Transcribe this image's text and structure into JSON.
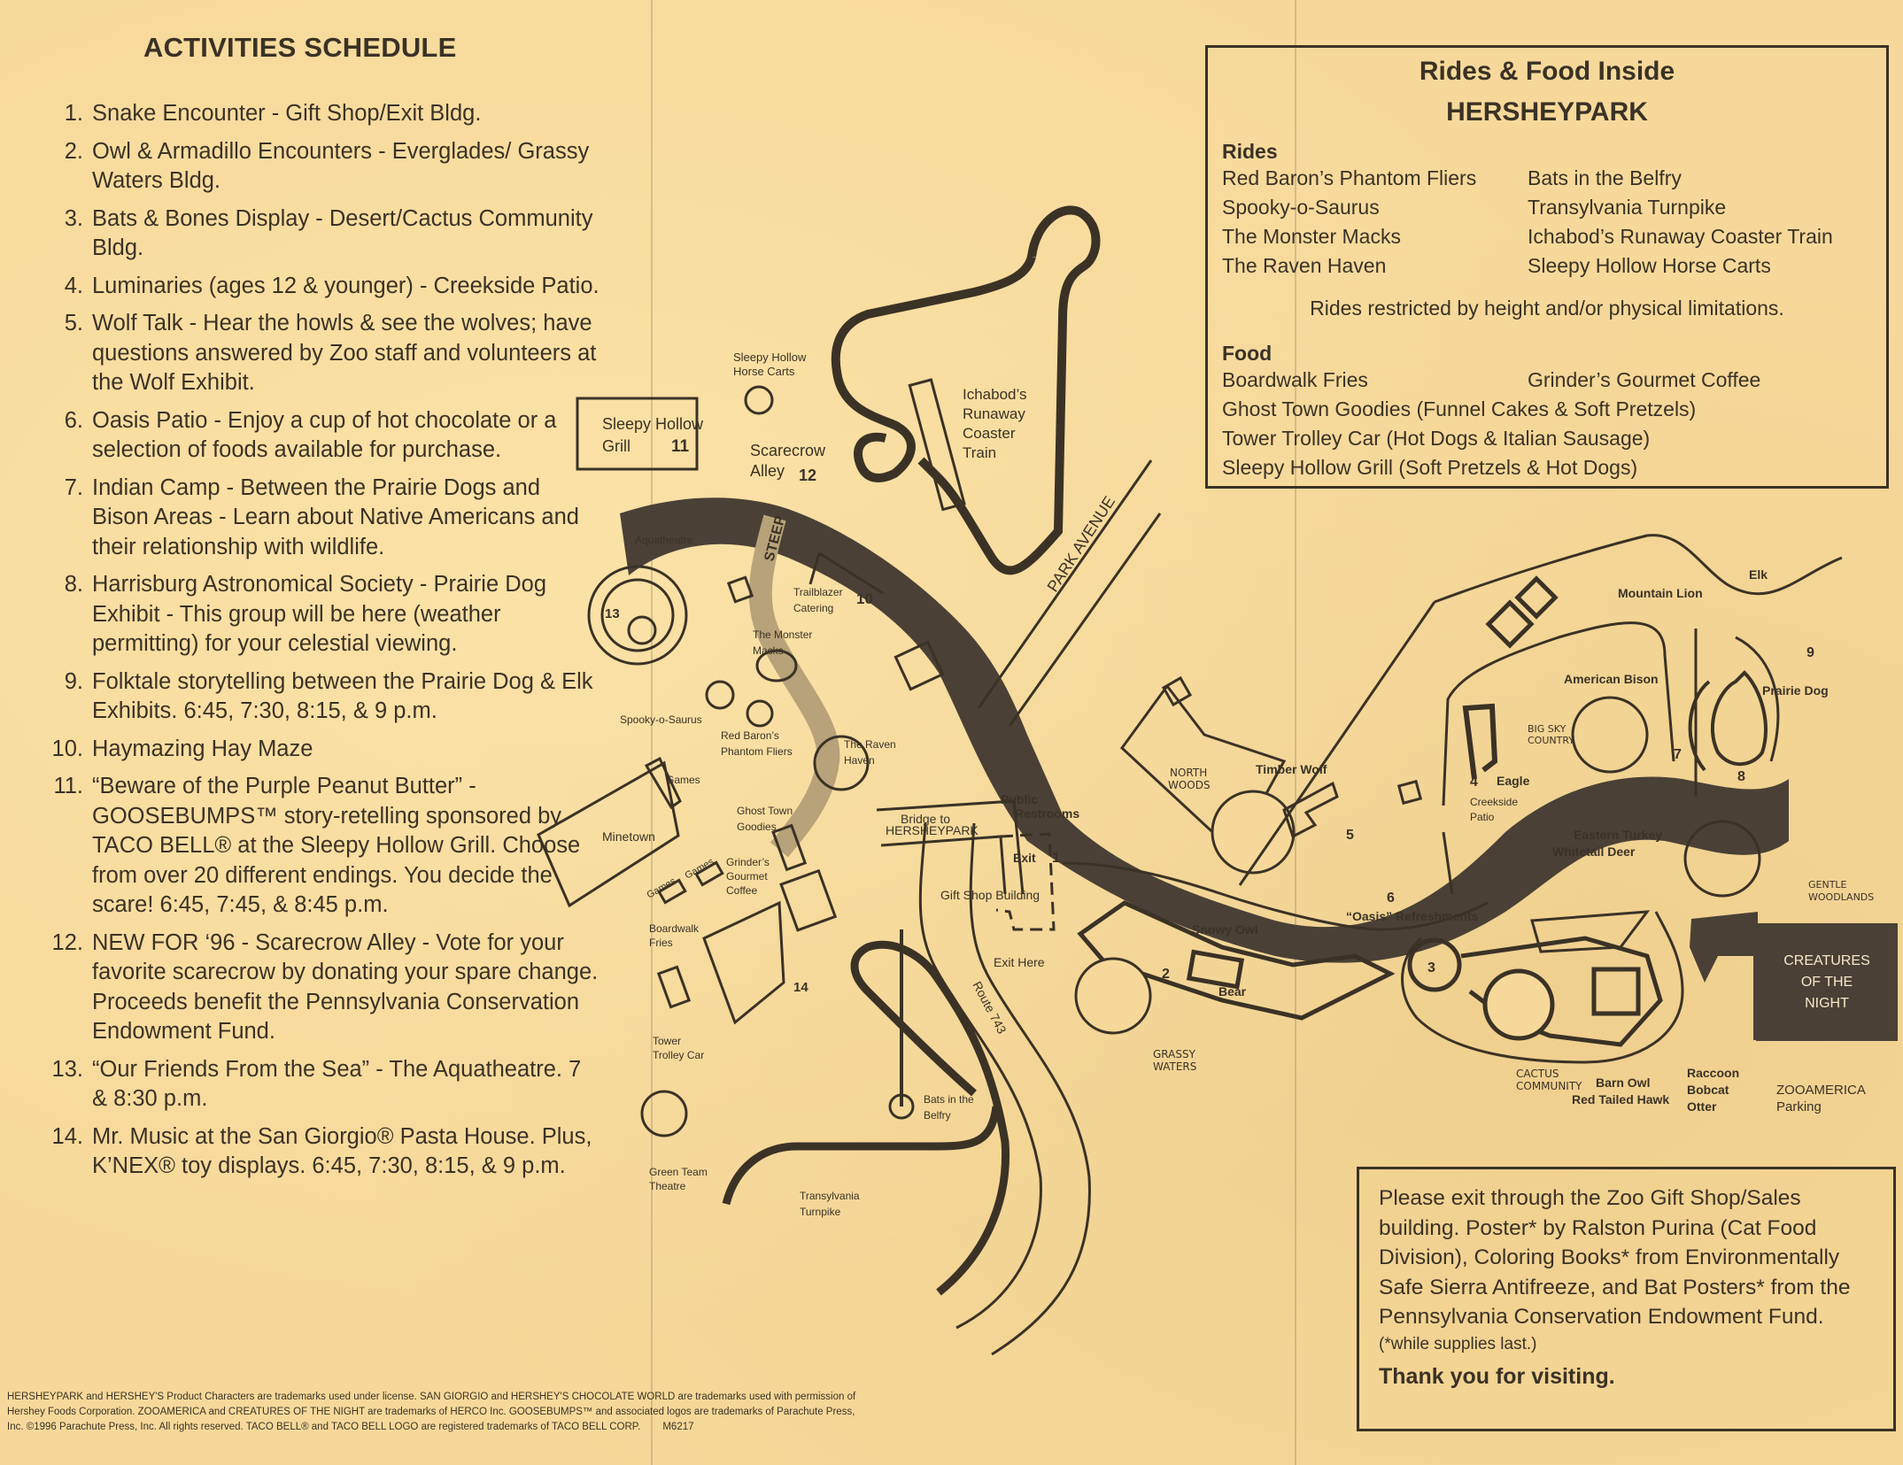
{
  "schedule": {
    "title": "ACTIVITIES SCHEDULE",
    "items": [
      {
        "num": "1.",
        "text": "Snake Encounter - Gift Shop/Exit Bldg."
      },
      {
        "num": "2.",
        "text": "Owl & Armadillo Encounters - Everglades/ Grassy Waters Bldg."
      },
      {
        "num": "3.",
        "text": "Bats & Bones Display - Desert/Cactus Community Bldg."
      },
      {
        "num": "4.",
        "text": "Luminaries (ages 12 & younger) - Creekside Patio."
      },
      {
        "num": "5.",
        "text": "Wolf Talk - Hear the howls & see the wolves; have questions answered by Zoo staff and volunteers at the Wolf Exhibit."
      },
      {
        "num": "6.",
        "text": "Oasis Patio - Enjoy a cup of hot chocolate or a selection of foods available for purchase."
      },
      {
        "num": "7.",
        "text": "Indian Camp - Between the Prairie Dogs and Bison Areas - Learn about Native Americans and their relationship with wildlife."
      },
      {
        "num": "8.",
        "text": "Harrisburg Astronomical Society - Prairie Dog Exhibit - This group will be here (weather permitting) for your celestial viewing."
      },
      {
        "num": "9.",
        "text": "Folktale storytelling between the Prairie Dog & Elk Exhibits. 6:45, 7:30, 8:15, & 9 p.m."
      },
      {
        "num": "10.",
        "text": "Haymazing Hay Maze"
      },
      {
        "num": "11.",
        "text": "“Beware of the Purple Peanut Butter” - GOOSEBUMPS™ story-retelling sponsored by TACO BELL® at the Sleepy Hollow Grill. Choose from over 20 different endings. You decide the scare! 6:45, 7:45, & 8:45 p.m."
      },
      {
        "num": "12.",
        "text": "NEW FOR ‘96 - Scarecrow Alley - Vote for your favorite scarecrow by donating your spare change. Proceeds benefit the Pennsylvania Conservation Endowment Fund."
      },
      {
        "num": "13.",
        "text": "“Our Friends From the Sea” - The Aquatheatre. 7 & 8:30 p.m."
      },
      {
        "num": "14.",
        "text": "Mr. Music at the San Giorgio® Pasta House. Plus, K’NEX® toy displays. 6:45, 7:30, 8:15, & 9 p.m."
      }
    ]
  },
  "legal": {
    "text": "HERSHEYPARK and HERSHEY'S Product Characters are trademarks used under license. SAN GIORGIO and HERSHEY'S CHOCOLATE WORLD are trademarks used with permission of Hershey Foods Corporation. ZOOAMERICA and CREATURES OF THE NIGHT are trademarks of HERCO Inc. GOOSEBUMPS™ and associated logos are trademarks of Parachute Press, Inc. ©1996 Parachute Press, Inc. All rights reserved. TACO BELL® and TACO BELL LOGO are registered trademarks of TACO BELL CORP.",
    "code": "M6217"
  },
  "rides_food": {
    "title_line1": "Rides & Food Inside",
    "title_line2": "HERSHEYPARK",
    "rides_heading": "Rides",
    "rides_col1": [
      "Red Baron’s Phantom Fliers",
      "Spooky-o-Saurus",
      "The Monster Macks",
      "The Raven Haven"
    ],
    "rides_col2": [
      "Bats in the Belfry",
      "Transylvania Turnpike",
      "Ichabod’s Runaway Coaster Train",
      "Sleepy Hollow Horse Carts"
    ],
    "restriction_note": "Rides restricted by height and/or physical limitations.",
    "food_heading": "Food",
    "food_row1_col1": "Boardwalk Fries",
    "food_row1_col2": "Grinder’s Gourmet Coffee",
    "food_rows": [
      "Ghost Town Goodies (Funnel Cakes & Soft Pretzels)",
      "Tower Trolley Car (Hot Dogs & Italian Sausage)",
      "Sleepy Hollow Grill (Soft Pretzels & Hot Dogs)"
    ]
  },
  "exit_notice": {
    "body": "Please exit through the Zoo Gift Shop/Sales building. Poster* by Ralston Purina (Cat Food Division), Coloring Books* from Environmentally Safe Sierra Antifreeze, and Bat Posters* from the Pennsylvania Conservation Endowment Fund.",
    "footnote": "(*while supplies last.)",
    "thanks": "Thank you for visiting."
  },
  "map": {
    "hersheypark_labels": {
      "sleepy_hollow_grill": "Sleepy Hollow",
      "sleepy_hollow_grill2": "Grill",
      "grill_num": "11",
      "horse_carts1": "Sleepy Hollow",
      "horse_carts2": "Horse Carts",
      "scarecrow1": "Scarecrow",
      "scarecrow2": "Alley",
      "scarecrow_num": "12",
      "ichabod1": "Ichabod’s",
      "ichabod2": "Runaway",
      "ichabod3": "Coaster",
      "ichabod4": "Train",
      "park_avenue": "PARK AVENUE",
      "steep": "STEEP",
      "aquatheatre": "Aquatheatre",
      "aqua_num": "13",
      "trailblazer1": "Trailblazer",
      "trailblazer2": "Catering",
      "hay_num": "10",
      "monster1": "The Monster",
      "monster2": "Macks",
      "spooky": "Spooky-o-Saurus",
      "redbaron1": "Red Baron’s",
      "redbaron2": "Phantom Fliers",
      "raven1": "The Raven",
      "raven2": "Haven",
      "games": "Games",
      "minetown": "Minetown",
      "ghost1": "Ghost Town",
      "ghost2": "Goodies",
      "grinder1": "Grinder’s",
      "grinder2": "Gourmet",
      "grinder3": "Coffee",
      "boardwalk1": "Boardwalk",
      "boardwalk2": "Fries",
      "pasta_num": "14",
      "tower1": "Tower",
      "tower2": "Trolley Car",
      "bats1": "Bats in the",
      "bats2": "Belfry",
      "green1": "Green Team",
      "green2": "Theatre",
      "transy1": "Transylvania",
      "transy2": "Turnpike",
      "route": "Route 743",
      "bridge1": "Bridge to",
      "bridge2": "HERSHEYPARK"
    },
    "zoo_labels": {
      "restrooms1": "Public",
      "restrooms2": "Restrooms",
      "exit": "Exit",
      "exit_num": "1",
      "gift_shop": "Gift Shop Building",
      "exit_here": "Exit Here",
      "north_woods1": "NORTH",
      "north_woods2": "WOODS",
      "timber_wolf": "Timber Wolf",
      "wolf_num": "5",
      "oasis_num": "6",
      "oasis": "“Oasis” Refreshments",
      "snowy_owl": "Snowy Owl",
      "grassy_num": "2",
      "bear": "Bear",
      "grassy1": "GRASSY",
      "grassy2": "WATERS",
      "cactus_num": "3",
      "cactus1": "CACTUS",
      "cactus2": "COMMUNITY",
      "barn_owl": "Barn Owl",
      "red_tailed": "Red Tailed Hawk",
      "raccoon": "Raccoon",
      "bobcat": "Bobcat",
      "otter": "Otter",
      "zooamerica1": "ZOOAMERICA",
      "zooamerica2": "Parking",
      "creatures1": "CREATURES",
      "creatures2": "OF THE",
      "creatures3": "NIGHT",
      "mountain_lion": "Mountain Lion",
      "elk": "Elk",
      "american_bison": "American Bison",
      "big_sky1": "BIG SKY",
      "big_sky2": "COUNTRY",
      "creek_num": "4",
      "eagle": "Eagle",
      "creekside1": "Creekside",
      "creekside2": "Patio",
      "indian_num": "7",
      "astro_num": "8",
      "folk_num": "9",
      "prairie_dog": "Prairie Dog",
      "turkey": "Eastern Turkey",
      "deer": "Whitetail Deer",
      "gentle1": "GENTLE",
      "gentle2": "WOODLANDS"
    }
  },
  "colors": {
    "paper": "#f6d99a",
    "ink": "#3b3226",
    "creek": "#4a4036",
    "steep_path": "#b8a27a"
  }
}
